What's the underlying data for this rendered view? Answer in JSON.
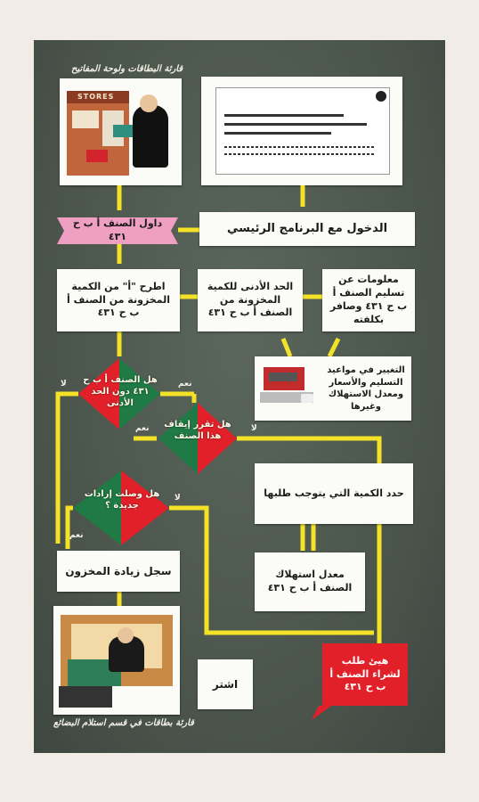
{
  "captions": {
    "top_left": "قارئة البطاقات ولوحة المفاتيح",
    "bottom_left": "قارئة بطاقات في قسم استلام البضائع"
  },
  "pictures": {
    "stores_sign": "STORES"
  },
  "boxes": {
    "main_program": "الدخول مع البرنامج الرئيسي",
    "enter_item": "داول الصنف أ ب ح ٤٣١",
    "delivery_info": "معلومات عن تسليم الصنف أ ب ح ٤٣١ وصافر بكلفته",
    "min_level": "الحد الأدنى للكمية المخزونة من الصنف أ ب ح ٤٣١",
    "subtract": "اطرح \"أ\" من الكمية المخزونة من الصنف أ ب ح ٤٣١",
    "changes": "التغيير في مواعيد التسليم والأسعار ومعدل الاستهلاك وغيرها",
    "determine_qty": "حدد الكمية التي يتوجب طلبها",
    "consumption": "معدل استهلاك الصنف أ ب ح ٤٣١",
    "record_increase": "سجل زيادة المخزون",
    "purchase": "اشتر",
    "prepare_order": "هيئ طلب لشراء الصنف أ ب ح ٤٣١"
  },
  "decisions": {
    "d1": "هل الصنف أ ب ح ٤٣١ دون الحد الأدنى",
    "d2": "هل تقرر إيقاف هذا الصنف",
    "d3": "هل وصلت إرادات جديدة ؟"
  },
  "labels": {
    "yes_d1": "نعم",
    "no_d1": "لا",
    "yes_d2": "نعم",
    "no_d2": "لا",
    "no_d3": "لا",
    "yes_d3": "نعم"
  },
  "colors": {
    "panel": "#4d574e",
    "arrow": "#f4e229",
    "red": "#e2202a",
    "green": "#1f7a45",
    "pink": "#ef9fc2"
  }
}
